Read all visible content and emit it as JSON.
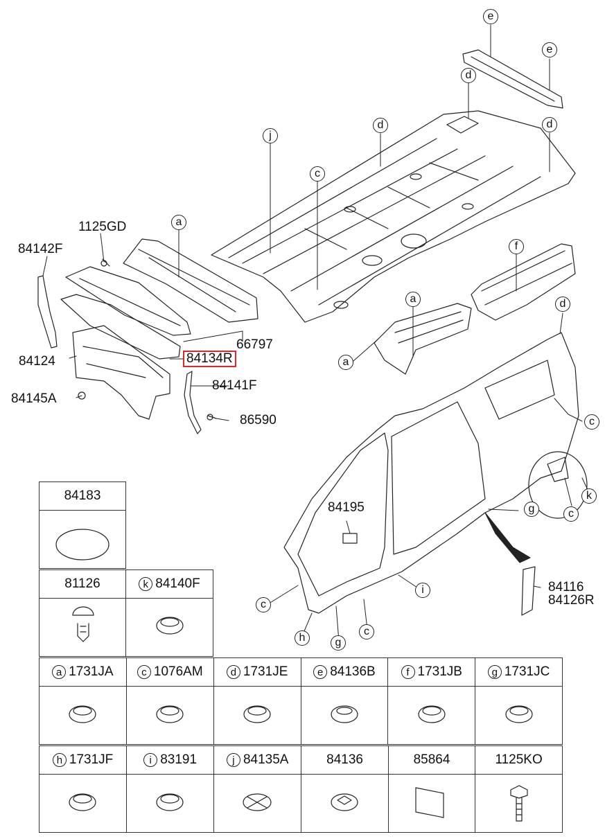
{
  "labels": {
    "p1125GD": "1125GD",
    "p84142F": "84142F",
    "p84124": "84124",
    "p84145A": "84145A",
    "p66797": "66797",
    "p84134R": "84134R",
    "p84141F": "84141F",
    "p86590": "86590",
    "p84195": "84195",
    "p84116": "84116",
    "p84126R": "84126R"
  },
  "callouts": {
    "e1": "e",
    "e2": "e",
    "d1": "d",
    "d2": "d",
    "d3": "d",
    "d4": "d",
    "j": "j",
    "c1": "c",
    "a1": "a",
    "f": "f",
    "a2": "a",
    "a3": "a",
    "c2": "c",
    "k": "k",
    "c3": "c",
    "g1": "g",
    "i": "i",
    "c4": "c",
    "h": "h",
    "g2": "g",
    "c5": "c"
  },
  "table": {
    "row1": [
      {
        "code": "84183",
        "letter": ""
      }
    ],
    "row2": [
      {
        "code": "81126",
        "letter": ""
      },
      {
        "code": "84140F",
        "letter": "k"
      }
    ],
    "row3": [
      {
        "code": "1731JA",
        "letter": "a"
      },
      {
        "code": "1076AM",
        "letter": "c"
      },
      {
        "code": "1731JE",
        "letter": "d"
      },
      {
        "code": "84136B",
        "letter": "e"
      },
      {
        "code": "1731JB",
        "letter": "f"
      },
      {
        "code": "1731JC",
        "letter": "g"
      }
    ],
    "row4": [
      {
        "code": "1731JF",
        "letter": "h"
      },
      {
        "code": "83191",
        "letter": "i"
      },
      {
        "code": "84135A",
        "letter": "j"
      },
      {
        "code": "84136",
        "letter": ""
      },
      {
        "code": "85864",
        "letter": ""
      },
      {
        "code": "1125KO",
        "letter": ""
      }
    ]
  },
  "highlight_color": "#e0262c"
}
